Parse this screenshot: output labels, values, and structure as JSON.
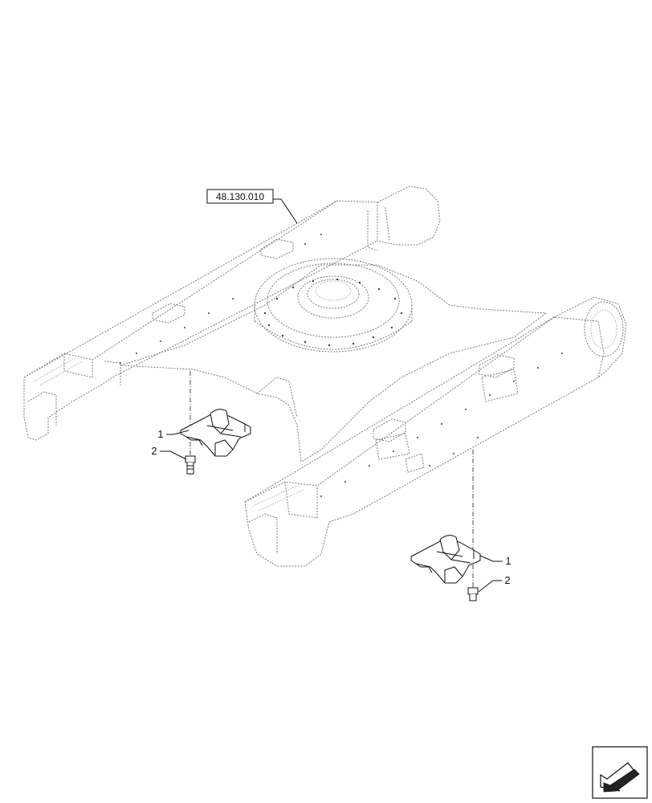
{
  "reference": {
    "code": "48.130.010"
  },
  "callouts": [
    {
      "id": "left-bracket",
      "label": "1"
    },
    {
      "id": "left-bolt",
      "label": "2"
    },
    {
      "id": "right-bracket",
      "label": "1"
    },
    {
      "id": "right-bolt",
      "label": "2"
    }
  ],
  "nav_icon": "next-page-arrow-icon"
}
